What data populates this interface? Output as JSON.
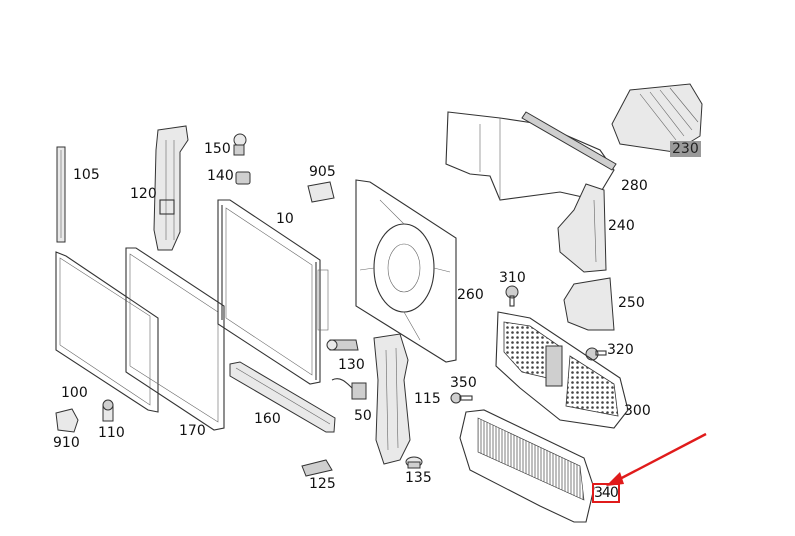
{
  "diagram": {
    "labels": {
      "p10": "10",
      "p50": "50",
      "p100": "100",
      "p105": "105",
      "p110": "110",
      "p115": "115",
      "p120": "120",
      "p125": "125",
      "p130": "130",
      "p135": "135",
      "p140": "140",
      "p150": "150",
      "p160": "160",
      "p170": "170",
      "p230": "230",
      "p240": "240",
      "p250": "250",
      "p260": "260",
      "p280": "280",
      "p300": "300",
      "p310": "310",
      "p320": "320",
      "p340": "340",
      "p350": "350",
      "p905": "905",
      "p910": "910"
    },
    "highlighted_part": "230",
    "selected_part": "340"
  },
  "colors": {
    "highlight_bg": "#9a9a9a",
    "annotation": "#e01b1b",
    "line": "#333333"
  },
  "icons": {
    "pointer": "red-arrow-icon"
  }
}
